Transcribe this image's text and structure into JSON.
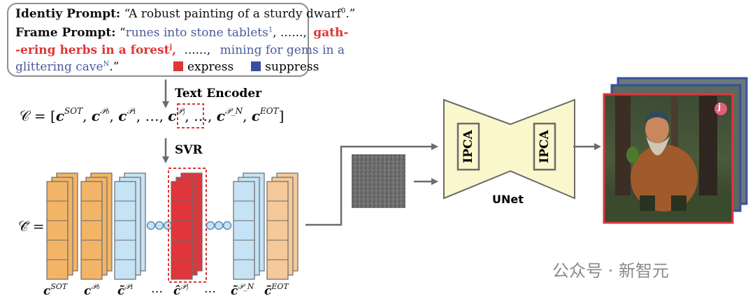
{
  "prompt": {
    "identity_label": "Identiy Prompt:",
    "identity_text": "“A robust painting of a sturdy dwarf",
    "identity_sup": "0",
    "identity_end": ".”",
    "frame_label": "Frame Prompt:",
    "frame_quote_open": "“",
    "frame_part1": "runes into stone tablets",
    "frame_sup1": "1",
    "frame_sep1": ", ......,",
    "frame_red1": "gath-",
    "frame_red2": "-ering herbs in a forest",
    "frame_supj": "j",
    "frame_red_comma": ",",
    "frame_sep2": "......,",
    "frame_part2": "mining for gems in a",
    "frame_part3": "glittering cave",
    "frame_supN": "N",
    "frame_end": ".”"
  },
  "legend": {
    "express_label": "express",
    "suppress_label": "suppress",
    "express_color": "#e03535",
    "suppress_color": "#3a4f9e"
  },
  "labels": {
    "text_encoder": "Text Encoder",
    "svr": "SVR",
    "unet": "UNet",
    "ipca_left": "IPCA",
    "ipca_right": "IPCA",
    "frame_badge": "j"
  },
  "equations": {
    "c_lhs": "𝒞 = [",
    "c_tilde_lhs": "𝒞̃ ="
  },
  "tokens": {
    "sot": "SOT",
    "p0": "𝒫₀",
    "p1": "𝒫₁",
    "pj": "𝒫ⱼ",
    "pN": "𝒫_N",
    "eot": "EOT",
    "dots": "…"
  },
  "colors": {
    "orange": "#f2b466",
    "light_orange": "#f5c99a",
    "blue": "#c5e3f5",
    "red": "#e0363b",
    "unet_fill": "#fbf7cc",
    "arrow": "#6b6b6b"
  },
  "watermark": "公众号 · 新智元"
}
